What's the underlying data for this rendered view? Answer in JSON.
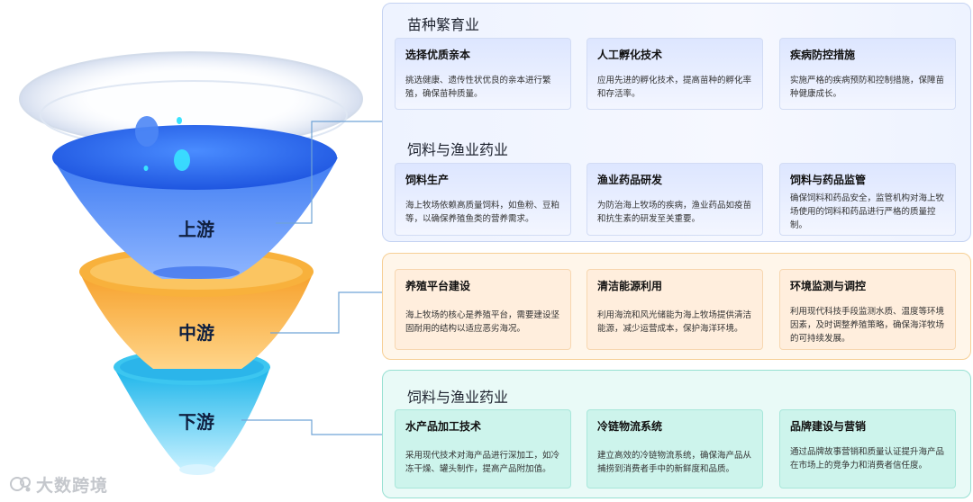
{
  "funnel": {
    "upstream_label": "上游",
    "midstream_label": "中游",
    "downstream_label": "下游"
  },
  "watermark": {
    "text": "大数跨境",
    "icon": "brand-logo-icon"
  },
  "colors": {
    "upstream": "#2f6ff0",
    "midstream": "#f5a623",
    "downstream": "#22c1e8",
    "connector": "#6fa3d6"
  },
  "upstream": {
    "sections": [
      {
        "title": "苗种繁育业",
        "cards": [
          {
            "title": "选择优质亲本",
            "desc": "挑选健康、遗传性状优良的亲本进行繁殖，确保苗种质量。"
          },
          {
            "title": "人工孵化技术",
            "desc": "应用先进的孵化技术，提高苗种的孵化率和存活率。"
          },
          {
            "title": "疾病防控措施",
            "desc": "实施严格的疾病预防和控制措施，保障苗种健康成长。"
          }
        ]
      },
      {
        "title": "饲料与渔业药业",
        "cards": [
          {
            "title": "饲料生产",
            "desc": "海上牧场依赖高质量饲料，如鱼粉、豆粕等，以确保养殖鱼类的营养需求。"
          },
          {
            "title": "渔业药品研发",
            "desc": "为防治海上牧场的疾病，渔业药品如疫苗和抗生素的研发至关重要。"
          },
          {
            "title": "饲料与药品监管",
            "desc": "确保饲料和药品安全，监管机构对海上牧场使用的饲料和药品进行严格的质量控制。"
          }
        ]
      }
    ]
  },
  "midstream": {
    "cards": [
      {
        "title": "养殖平台建设",
        "desc": "海上牧场的核心是养殖平台，需要建设坚固耐用的结构以适应恶劣海况。"
      },
      {
        "title": "清洁能源利用",
        "desc": "利用海流和风光储能为海上牧场提供清洁能源，减少运营成本，保护海洋环境。"
      },
      {
        "title": "环境监测与调控",
        "desc": "利用现代科技手段监测水质、温度等环境因素，及时调整养殖策略，确保海洋牧场的可持续发展。"
      }
    ]
  },
  "downstream": {
    "title": "饲料与渔业药业",
    "cards": [
      {
        "title": "水产品加工技术",
        "desc": "采用现代技术对海产品进行深加工，如冷冻干燥、罐头制作，提高产品附加值。"
      },
      {
        "title": "冷链物流系统",
        "desc": "建立高效的冷链物流系统，确保海产品从捕捞到消费者手中的新鲜度和品质。"
      },
      {
        "title": "品牌建设与营销",
        "desc": "通过品牌故事营销和质量认证提升海产品在市场上的竞争力和消费者信任度。"
      }
    ]
  }
}
